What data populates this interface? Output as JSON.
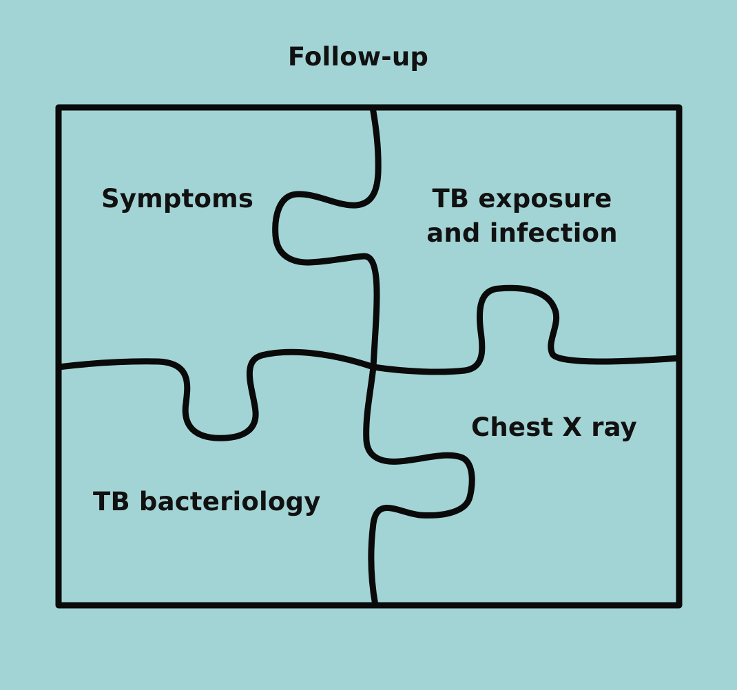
{
  "title": "Follow-up",
  "pieces": {
    "symptoms": "Symptoms",
    "exposure_line1": "TB exposure",
    "exposure_line2": "and infection",
    "xray": "Chest X ray",
    "bacteriology": "TB bacteriology"
  },
  "colors": {
    "background": "#a3d4d5",
    "stroke": "#0a0a0a",
    "text": "#111111"
  }
}
